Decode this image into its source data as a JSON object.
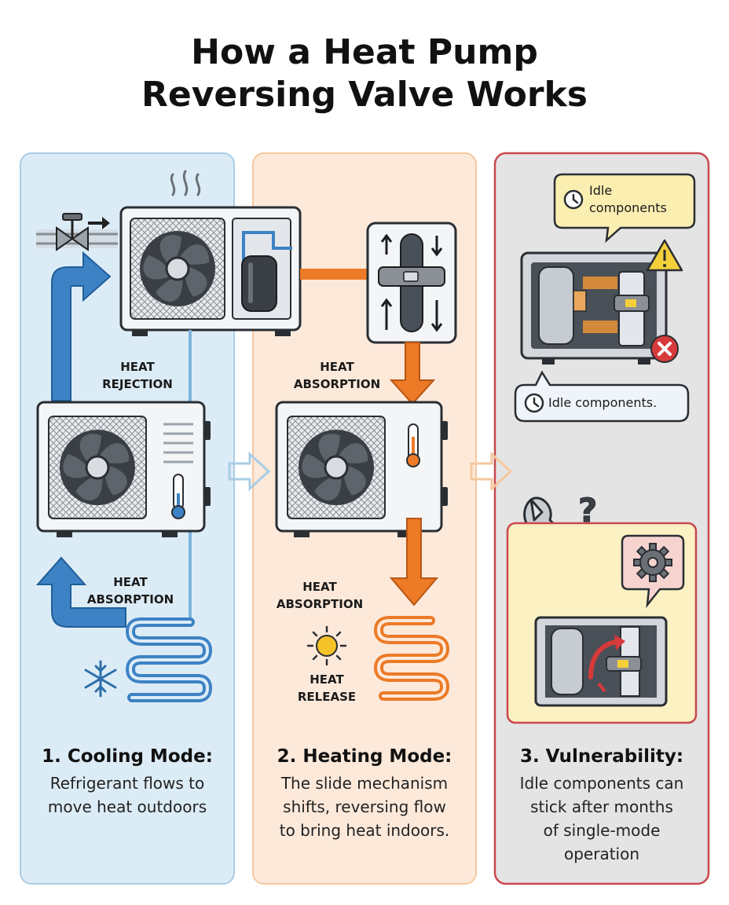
{
  "title": {
    "line1": "How a Heat Pump",
    "line2": "Reversing Valve Works"
  },
  "panels": [
    {
      "heading": "1. Cooling Mode:",
      "body": [
        "Refrigerant flows to",
        "move heat outdoors"
      ],
      "labels": {
        "rejection": [
          "HEAT",
          "REJECTION"
        ],
        "absorption": [
          "HEAT",
          "ABSORPTION"
        ]
      },
      "colors": {
        "bg": "#dcecf7",
        "border": "#a9cde6",
        "flow": "#3d82c4"
      }
    },
    {
      "heading": "2. Heating Mode:",
      "body": [
        "The slide mechanism",
        "shifts, reversing flow",
        "to bring heat indoors."
      ],
      "labels": {
        "absorption_top": [
          "HEAT",
          "ABSORPTION"
        ],
        "absorption_mid": [
          "HEAT",
          "ABSORPTION"
        ],
        "release": [
          "HEAT",
          "RELEASE"
        ]
      },
      "colors": {
        "bg": "#fde9da",
        "border": "#f5c89f",
        "flow": "#ec7a26"
      }
    },
    {
      "heading": "3. Vulnerability:",
      "body": [
        "Idle components can",
        "stick after months",
        "of single-mode",
        "operation"
      ],
      "bubbles": {
        "top": [
          "Idle",
          "components"
        ],
        "middle": "Idle components."
      },
      "colors": {
        "bg": "#e4e4e4",
        "border": "#c9484e",
        "warn": "#f3cf3a",
        "error": "#d63a3a"
      }
    }
  ],
  "icons": [
    "steam-icon",
    "valve-icon",
    "fan-icon",
    "compressor-icon",
    "thermometer-icon",
    "snowflake-icon",
    "sun-icon",
    "clock-icon",
    "warning-icon",
    "error-icon",
    "wrench-icon",
    "question-icon",
    "gear-icon",
    "arrow-icon"
  ]
}
